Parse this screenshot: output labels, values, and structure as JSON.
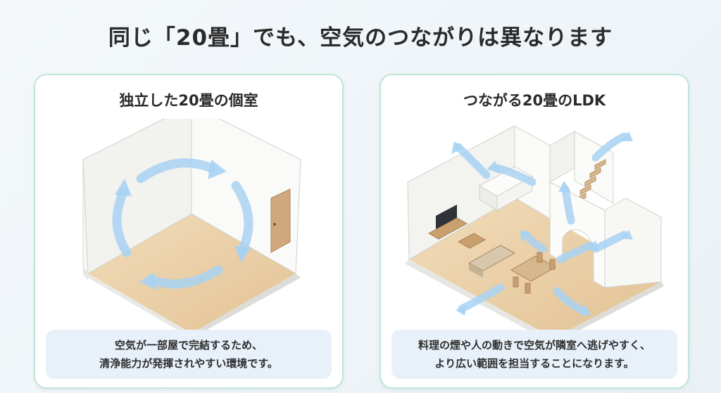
{
  "title": "同じ「20畳」でも、空気のつながりは異なります",
  "panels": [
    {
      "title": "独立した20畳の個室",
      "caption_line1": "空気が一部屋で完結するため、",
      "caption_line2": "清浄能力が発揮されやすい環境です。"
    },
    {
      "title": "つながる20畳のLDK",
      "caption_line1": "料理の煙や人の動きで空気が隣室へ逃げやすく、",
      "caption_line2": "より広い範囲を担当することになります。"
    }
  ],
  "colors": {
    "panel_border": "#bfe5d8",
    "caption_bg": "#e8f1fa",
    "floor": "#e9cfa6",
    "wall": "#f3f3f1",
    "air_arrow": "#a9d3f3"
  }
}
